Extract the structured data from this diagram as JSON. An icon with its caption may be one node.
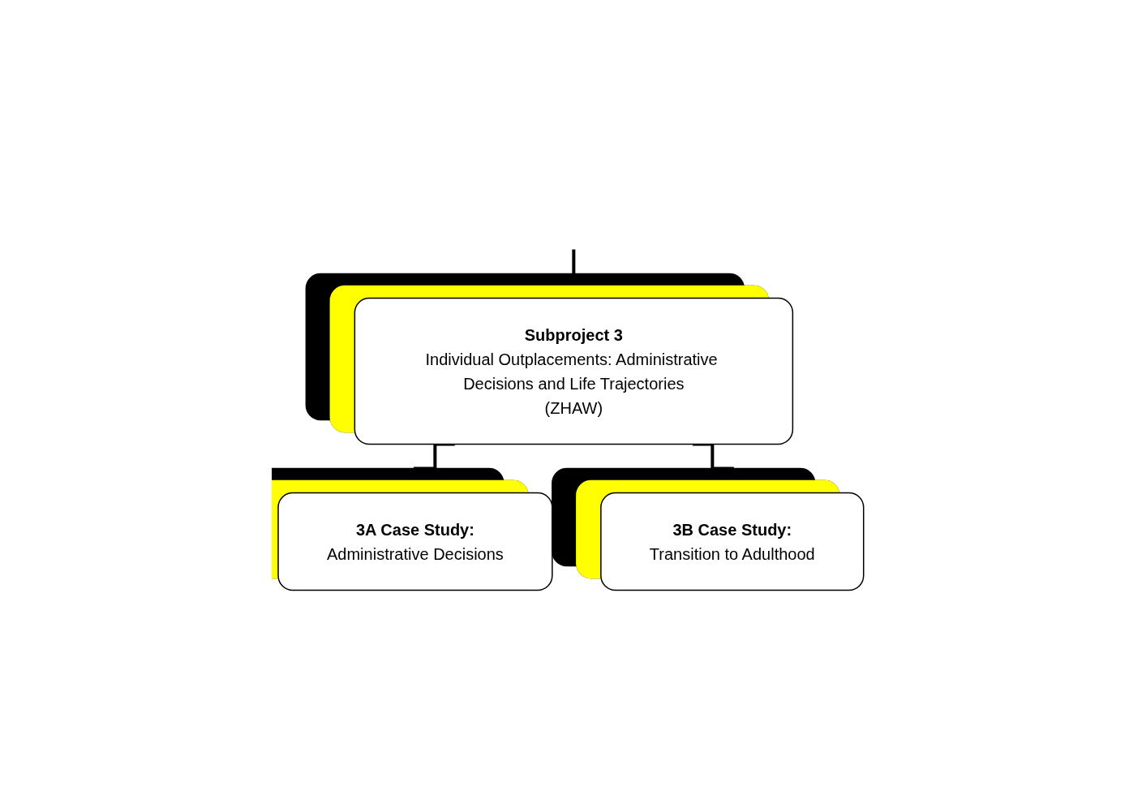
{
  "diagram": {
    "nodes": [
      {
        "text": [
          "Subproject 3",
          "Individual Outplacements: Administrative Decisions and Life Trajectories",
          "(ZHAW)"
        ]
      },
      {
        "text": [
          "3A Case Study:",
          "Administrative Decisions"
        ]
      },
      {
        "text": [
          "3B Case Study:",
          "Transition to Adulthood"
        ]
      }
    ],
    "edges": [
      {
        "from": null,
        "to": 0,
        "arrow": "none"
      },
      {
        "from": 0,
        "to": 1,
        "arrow": "none"
      },
      {
        "from": 0,
        "to": 2,
        "arrow": "none"
      }
    ]
  }
}
